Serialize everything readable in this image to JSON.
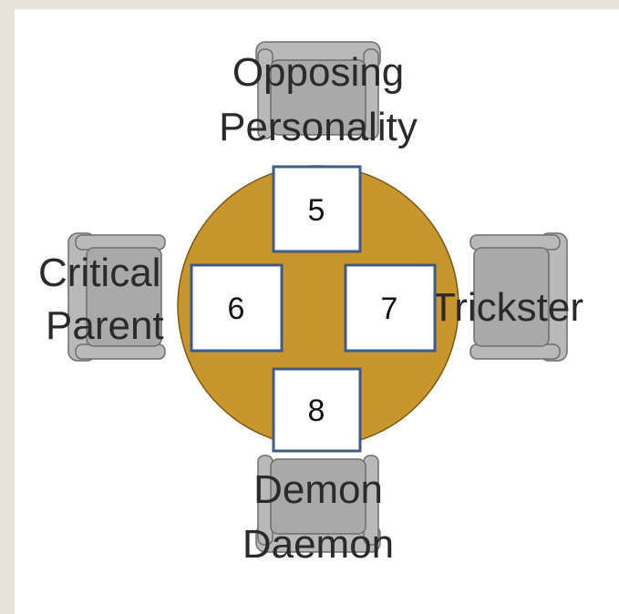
{
  "colors": {
    "background": "#e8e3da",
    "canvas": "#ffffff",
    "table": "#c8962d",
    "chair": "#b9b9b9",
    "card_border": "#3f5b87"
  },
  "labels": {
    "top": [
      "Opposing",
      "Personality"
    ],
    "left": [
      "Critical",
      "Parent"
    ],
    "right": "Trickster",
    "bottom": [
      "Demon",
      "Daemon"
    ]
  },
  "cards": {
    "top": "5",
    "left": "6",
    "right": "7",
    "bottom": "8"
  }
}
